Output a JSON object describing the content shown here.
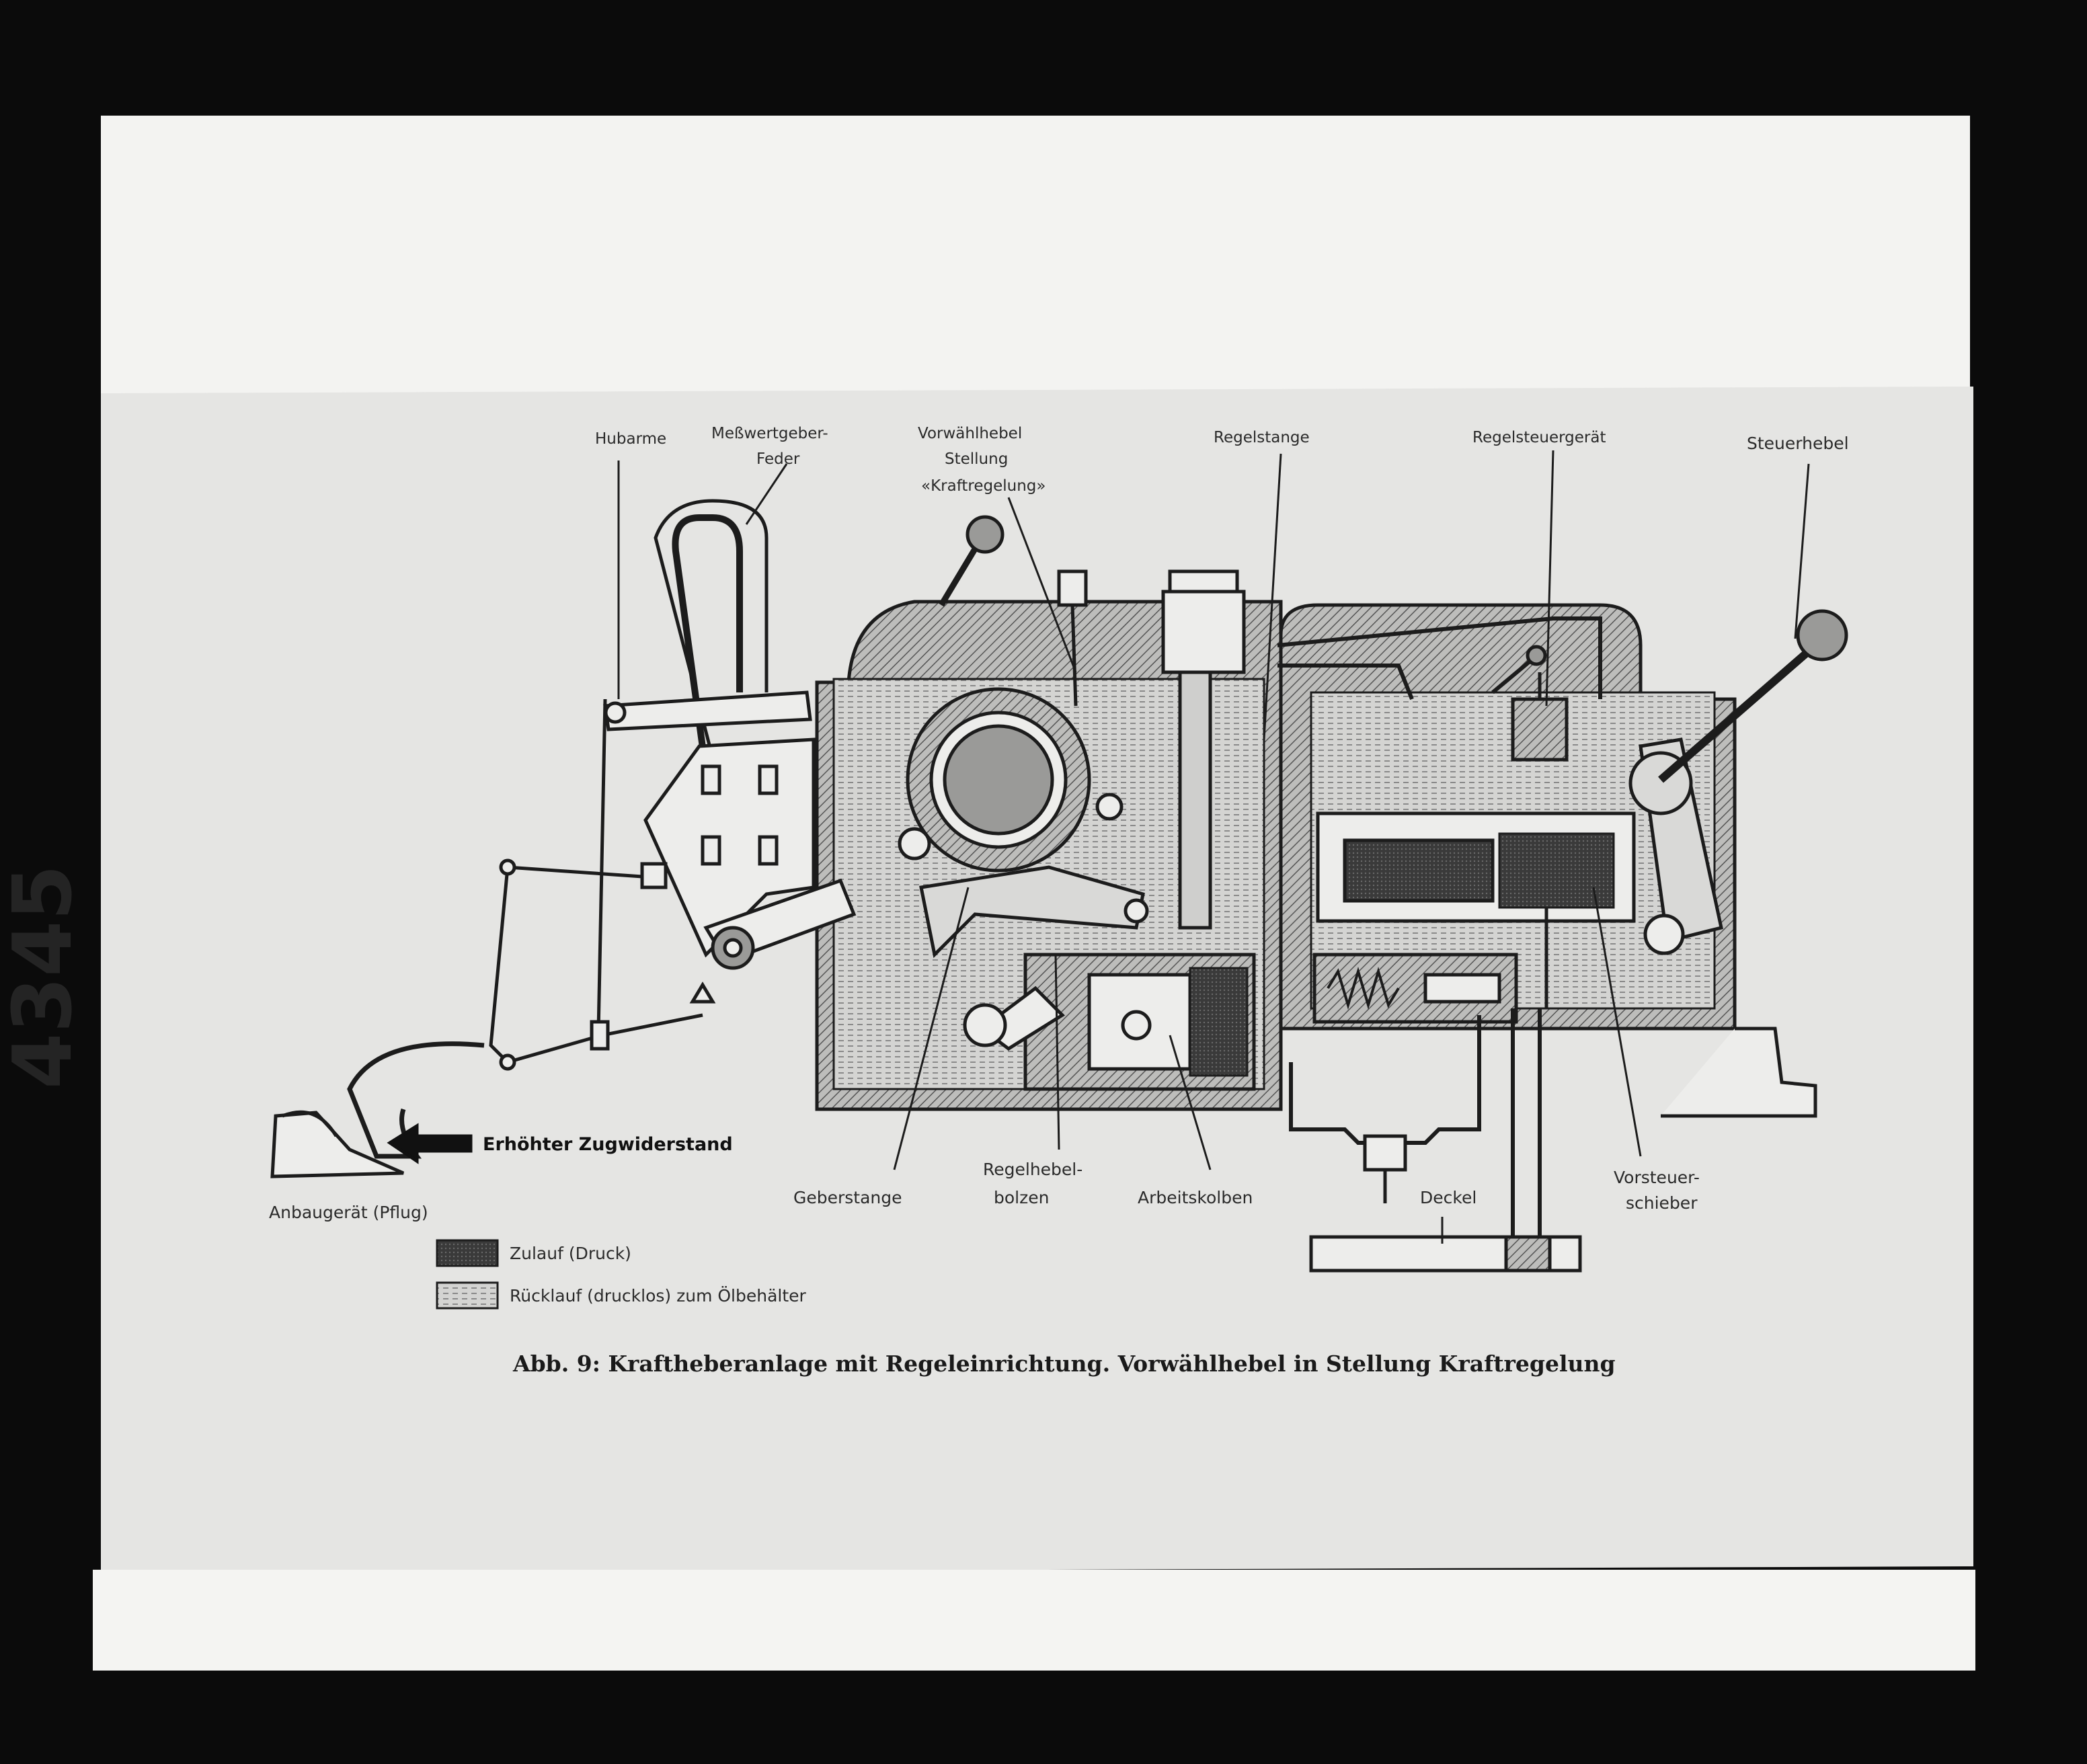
{
  "labels": {
    "hubarme": "Hubarme",
    "messwertgeber_1": "Meßwertgeber-",
    "messwertgeber_2": "Feder",
    "vorwahl_1": "Vorwählhebel",
    "vorwahl_2": "Stellung",
    "vorwahl_3": "«Kraftregelung»",
    "regelstange": "Regelstange",
    "regelsteuergeraet": "Regelsteuergerät",
    "steuerhebel": "Steuerhebel",
    "zugwiderstand": "Erhöhter Zugwiderstand",
    "anbaugeraet": "Anbaugerät (Pflug)",
    "geberstange": "Geberstange",
    "regelhebel_1": "Regelhebel-",
    "regelhebel_2": "bolzen",
    "arbeitskolben": "Arbeitskolben",
    "deckel": "Deckel",
    "vorsteuer_1": "Vorsteuer-",
    "vorsteuer_2": "schieber"
  },
  "legend": {
    "zulauf": "Zulauf (Druck)",
    "ruecklauf": "Rücklauf (drucklos) zum Ölbehälter"
  },
  "caption": "Abb. 9: Kraftheberanlage mit Regeleinrichtung. Vorwählhebel in Stellung Kraftregelung",
  "side_number": "4345",
  "colors": {
    "frame": "#0b0b0b",
    "paper_top": "#f4f4f2",
    "paper_body": "#e6e6e4",
    "ink": "#1c1c1c",
    "pressure_fill": "#3c3c3c",
    "return_fill": "#cfcfcf"
  }
}
